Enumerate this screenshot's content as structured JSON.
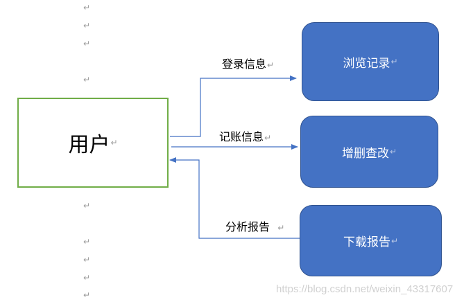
{
  "paragraph_mark": "↵",
  "user": {
    "label": "用户"
  },
  "nodes": {
    "browse": {
      "label": "浏览记录"
    },
    "edit": {
      "label": "增删查改"
    },
    "download": {
      "label": "下载报告"
    }
  },
  "edges": {
    "login": {
      "label": "登录信息"
    },
    "bookkeeping": {
      "label": "记账信息"
    },
    "analysis": {
      "label": "分析报告"
    }
  },
  "watermark": "https://blog.csdn.net/weixin_43317607",
  "colors": {
    "node_fill": "#4472c4",
    "node_border": "#2f528f",
    "user_border": "#70ad47",
    "arrow": "#4472c4"
  }
}
